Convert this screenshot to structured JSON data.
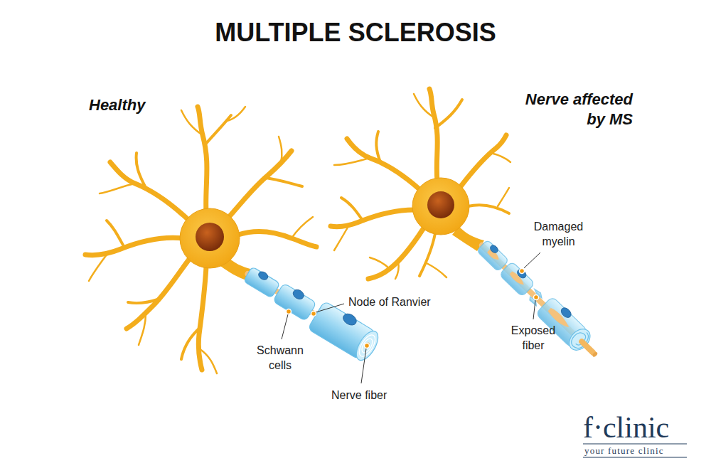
{
  "diagram": {
    "title": "MULTIPLE SCLEROSIS",
    "labels": [
      "Healthy",
      "Nerve affected by MS",
      "Damaged myelin",
      "Exposed fiber",
      "Node of Ranvier",
      "Schwann cells",
      "Nerve fiber",
      "f·clinic",
      "your future clinic"
    ]
  }
}
